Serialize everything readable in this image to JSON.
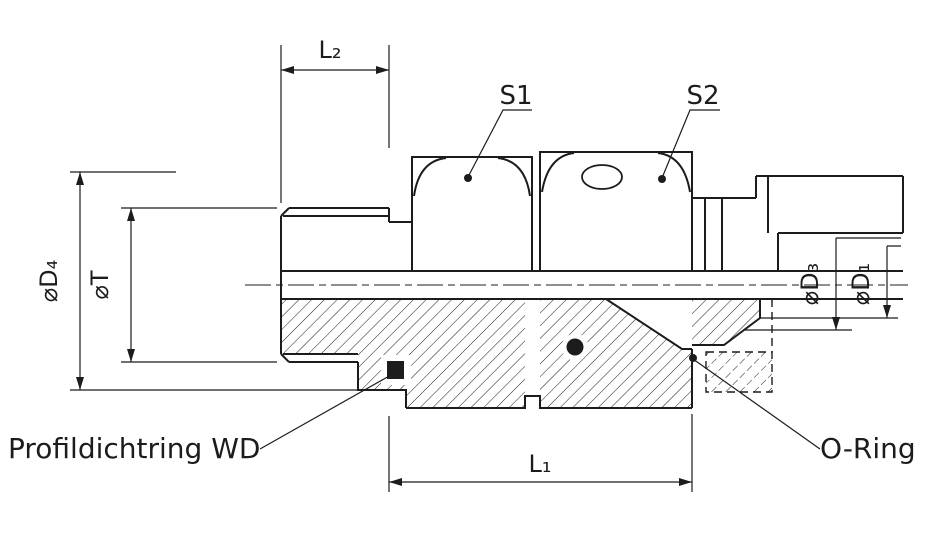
{
  "drawing": {
    "background_color": "#ffffff",
    "line_color": "#1c1c1c",
    "labels": {
      "length_l2": "L₂",
      "length_l1": "L₁",
      "wrench_s1": "S1",
      "wrench_s2": "S2",
      "dia_d4": "⌀D₄",
      "dia_t": "⌀T",
      "dia_d3": "⌀D₃",
      "dia_d1": "⌀D₁",
      "seal_label": "Profildichtring WD",
      "oring_label": "O-Ring"
    }
  }
}
